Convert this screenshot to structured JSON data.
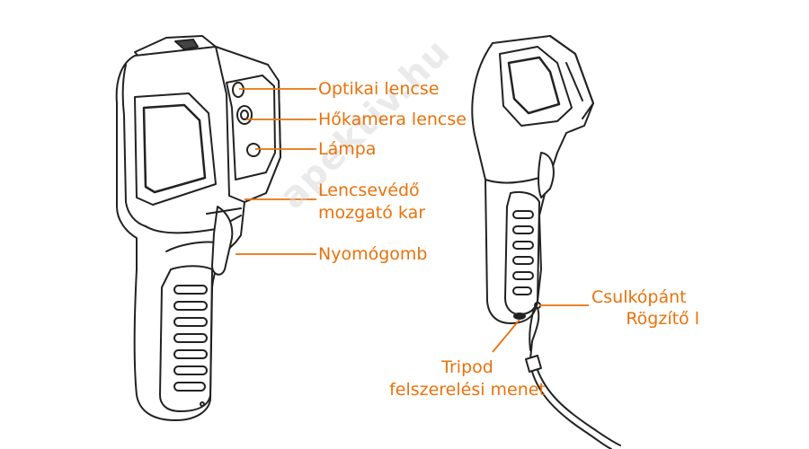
{
  "labels": {
    "optical_lens": "Optikai lencse",
    "thermal_lens": "Hőkamera lencse",
    "lamp": "Lámpa",
    "lens_cover_lever_line1": "Lencsevédő",
    "lens_cover_lever_line2": "mozgató kar",
    "trigger": "Nyomógomb",
    "wrist_strap_line1": "Csulkópánt",
    "wrist_strap_line2": "Rögzítő l",
    "tripod_line1": "Tripod",
    "tripod_line2": "felszerelési menet"
  },
  "watermark": "apektiv.hu",
  "colors": {
    "label": "#e8720c",
    "outline": "#222222",
    "watermark": "#d9d9d9"
  }
}
